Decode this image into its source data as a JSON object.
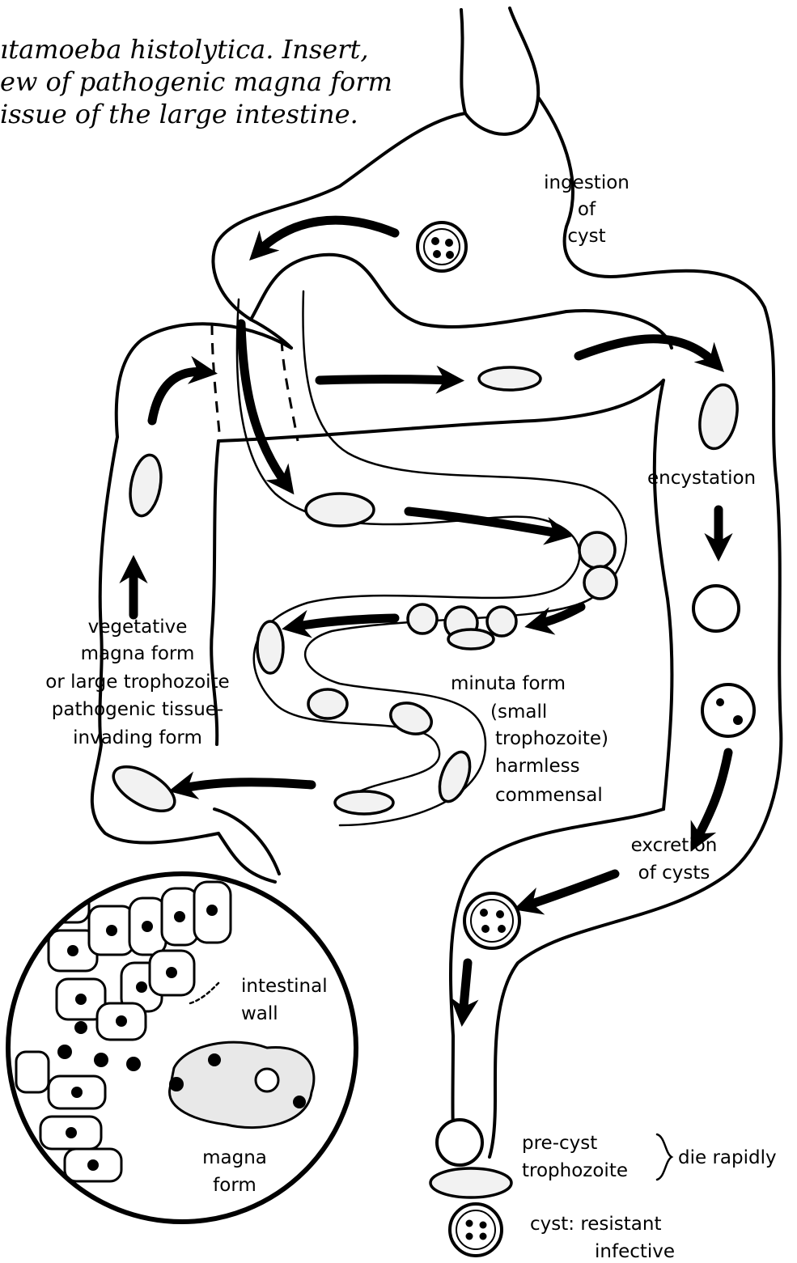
{
  "caption": {
    "line1": "ıtamoeba histolytica. Insert,",
    "line2": "ew of pathogenic magna form",
    "line3": "issue of the large intestine."
  },
  "labels": {
    "ingestion": [
      "ingestion",
      "of",
      "cyst"
    ],
    "encystation": "encystation",
    "vegetative": [
      "vegetative",
      "magna form",
      "or large trophozoite",
      "pathogenic tissue-",
      "invading form"
    ],
    "minuta": [
      "minuta form",
      "(small",
      "trophozoite)",
      "harmless",
      "commensal"
    ],
    "excretion": [
      "excretion",
      "of cysts"
    ],
    "intestinal_wall": [
      "intestinal",
      "wall"
    ],
    "magna_form": [
      "magna",
      "form"
    ],
    "pre_cyst": [
      "pre-cyst",
      "trophozoite"
    ],
    "die_rapidly": "die rapidly",
    "cyst_final": [
      "cyst: resistant",
      "infective"
    ]
  }
}
